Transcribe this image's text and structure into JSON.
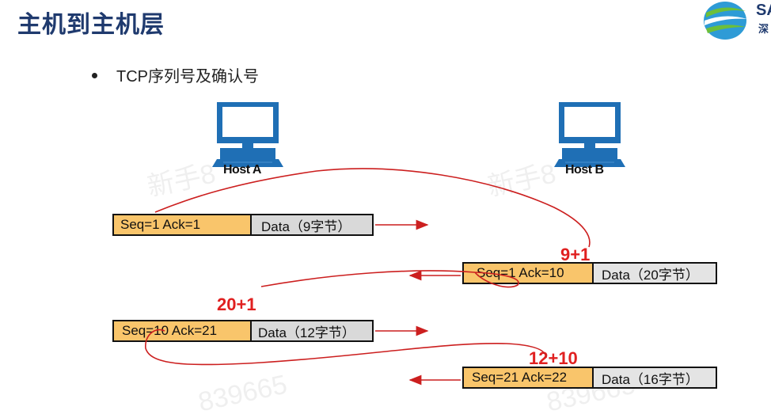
{
  "slide": {
    "title": "主机到主机层",
    "bullet": "TCP序列号及确认号",
    "logo_text": "SA",
    "logo_sub": "深"
  },
  "hosts": {
    "a": {
      "label": "Host A"
    },
    "b": {
      "label": "Host B"
    }
  },
  "packets": [
    {
      "seq_ack": "Seq=1  Ack=1",
      "data": "Data（9字节）"
    },
    {
      "seq_ack": "Seq=1  Ack=10",
      "data": "Data（20字节）"
    },
    {
      "seq_ack": "Seq=10  Ack=21",
      "data": "Data（12字节）"
    },
    {
      "seq_ack": "Seq=21  Ack=22",
      "data": "Data（16字节）"
    }
  ],
  "annotations": [
    "9+1",
    "20+1",
    "12+10"
  ],
  "watermarks": [
    "新手8",
    "新手8",
    "839665",
    "839665"
  ],
  "colors": {
    "title": "#1f3a6e",
    "seq_fill": "#f9c56b",
    "data_fill": "#d9d9d9",
    "annotation": "#e02020",
    "arrow": "#cc1f1f"
  }
}
